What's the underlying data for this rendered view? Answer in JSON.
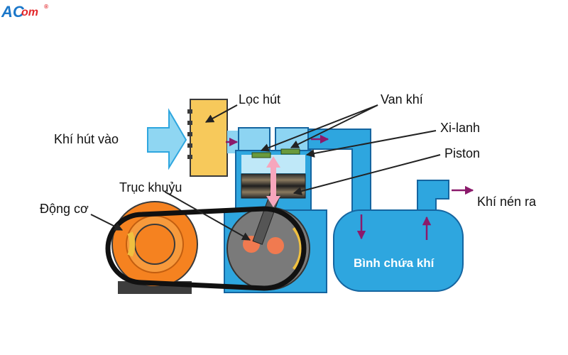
{
  "logo": {
    "text_a": "AC",
    "text_b": "om",
    "mark": "®",
    "colors": {
      "primary": "#1b77c9",
      "accent": "#e2272b"
    }
  },
  "labels": {
    "intake": "Khí hút vào",
    "filter": "Lọc hút",
    "valve": "Van khí",
    "cylinder": "Xi-lanh",
    "piston": "Piston",
    "crankshaft": "Trục khuỷu",
    "motor": "Động cơ",
    "output": "Khí nén ra",
    "tank": "Bình chứa khí"
  },
  "icons": {
    "intake": "intake-arrow-icon",
    "filter": "intake-filter-icon",
    "motor": "motor-pulley-icon",
    "crank": "crank-wheel-icon",
    "tank": "air-tank-icon"
  },
  "colors": {
    "body_blue": "#2ea6df",
    "light_blue": "#8dd4f2",
    "outline": "#1565a0",
    "filter_fill": "#f7c95b",
    "motor_orange": "#f58220",
    "arrow_magenta": "#8b1a6b",
    "pink_arrow": "#f7a6bd"
  }
}
